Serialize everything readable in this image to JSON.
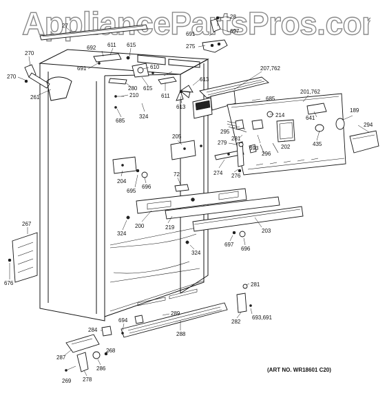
{
  "watermark": {
    "text": "AppliancePartsPros.com"
  },
  "art_number": "(ART NO. WR18601 C20)",
  "callouts": [
    {
      "id": "c28",
      "text": "28"
    },
    {
      "id": "c27",
      "text": "27"
    },
    {
      "id": "c691a",
      "text": "691"
    },
    {
      "id": "c697a",
      "text": "697"
    },
    {
      "id": "c692",
      "text": "692"
    },
    {
      "id": "c611a",
      "text": "611"
    },
    {
      "id": "c615a",
      "text": "615"
    },
    {
      "id": "c275",
      "text": "275"
    },
    {
      "id": "c270a",
      "text": "270"
    },
    {
      "id": "c270b",
      "text": "270"
    },
    {
      "id": "c691b",
      "text": "691"
    },
    {
      "id": "c610",
      "text": "610"
    },
    {
      "id": "c615b",
      "text": "615"
    },
    {
      "id": "c280",
      "text": "280"
    },
    {
      "id": "c210",
      "text": "210"
    },
    {
      "id": "c611b",
      "text": "611"
    },
    {
      "id": "c613a",
      "text": "613"
    },
    {
      "id": "c613b",
      "text": "613"
    },
    {
      "id": "c207",
      "text": "207,762"
    },
    {
      "id": "c201",
      "text": "201,762"
    },
    {
      "id": "c685a",
      "text": "685"
    },
    {
      "id": "c261",
      "text": "261"
    },
    {
      "id": "c685b",
      "text": "685"
    },
    {
      "id": "c324a",
      "text": "324"
    },
    {
      "id": "c641",
      "text": "641"
    },
    {
      "id": "c189",
      "text": "189"
    },
    {
      "id": "c214",
      "text": "214"
    },
    {
      "id": "c295",
      "text": "295"
    },
    {
      "id": "c294",
      "text": "294"
    },
    {
      "id": "c281a",
      "text": "281"
    },
    {
      "id": "c279",
      "text": "279"
    },
    {
      "id": "c693a",
      "text": "693"
    },
    {
      "id": "c296",
      "text": "296"
    },
    {
      "id": "c202",
      "text": "202"
    },
    {
      "id": "c435",
      "text": "435"
    },
    {
      "id": "c205",
      "text": "205"
    },
    {
      "id": "c274",
      "text": "274"
    },
    {
      "id": "c276",
      "text": "276"
    },
    {
      "id": "c204",
      "text": "204"
    },
    {
      "id": "c695",
      "text": "695"
    },
    {
      "id": "c696a",
      "text": "696"
    },
    {
      "id": "c72",
      "text": "72"
    },
    {
      "id": "c267",
      "text": "267"
    },
    {
      "id": "c200",
      "text": "200"
    },
    {
      "id": "c219",
      "text": "219"
    },
    {
      "id": "c203",
      "text": "203"
    },
    {
      "id": "c324b",
      "text": "324"
    },
    {
      "id": "c697b",
      "text": "697"
    },
    {
      "id": "c696b",
      "text": "696"
    },
    {
      "id": "c324c",
      "text": "324"
    },
    {
      "id": "c676",
      "text": "676"
    },
    {
      "id": "c281b",
      "text": "281"
    },
    {
      "id": "c289",
      "text": "289"
    },
    {
      "id": "c694",
      "text": "694"
    },
    {
      "id": "c284",
      "text": "284"
    },
    {
      "id": "c282",
      "text": "282"
    },
    {
      "id": "c693b",
      "text": "693,691"
    },
    {
      "id": "c288",
      "text": "288"
    },
    {
      "id": "c287",
      "text": "287"
    },
    {
      "id": "c268",
      "text": "268"
    },
    {
      "id": "c286",
      "text": "286"
    },
    {
      "id": "c269",
      "text": "269"
    },
    {
      "id": "c278",
      "text": "278"
    }
  ]
}
